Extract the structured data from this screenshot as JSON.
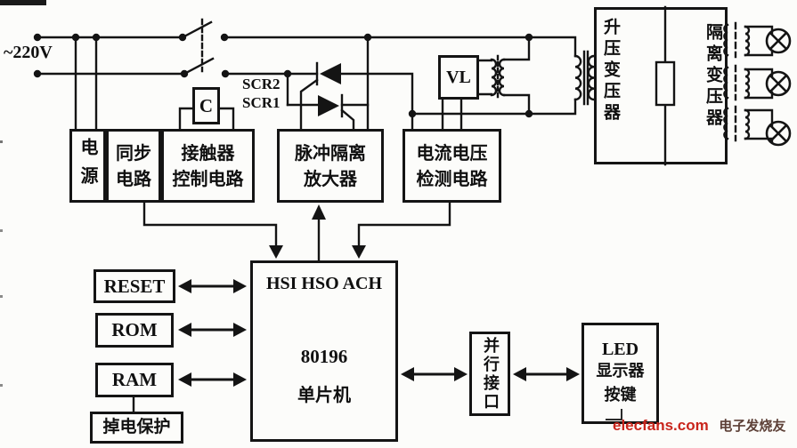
{
  "diagram": {
    "source_label": "~220V",
    "scr_top": "SCR2",
    "scr_bottom": "SCR1",
    "contactor_coil": "C",
    "vl": "VL"
  },
  "blocks": {
    "power_supply": "电源",
    "sync_circuit": {
      "line1": "同步",
      "line2": "电路"
    },
    "contactor_control": {
      "line1": "接触器",
      "line2": "控制电路"
    },
    "pulse_amplifier": {
      "line1": "脉冲隔离",
      "line2": "放大器"
    },
    "current_voltage_detection": {
      "line1": "电流电压",
      "line2": "检测电路"
    },
    "reset": "RESET",
    "rom": "ROM",
    "ram": "RAM",
    "power_fail_protection": "掉电保护",
    "mcu": {
      "ports": "HSI HSO ACH",
      "model": "80196",
      "name": "单片机"
    },
    "parallel_interface": "并行接口",
    "led_panel": {
      "line1": "LED",
      "line2": "显示器",
      "line3": "按键"
    },
    "stepup_transformer": "升压变压器",
    "isolation_transformer": "隔离变压器"
  },
  "watermark": {
    "brand": "elecfans.com",
    "brand_cn": "电子发烧友"
  },
  "colors": {
    "line": "#141414",
    "watermark_red": "#c9251c",
    "watermark_brown": "#5d4037",
    "background": "#fcfcfa"
  }
}
